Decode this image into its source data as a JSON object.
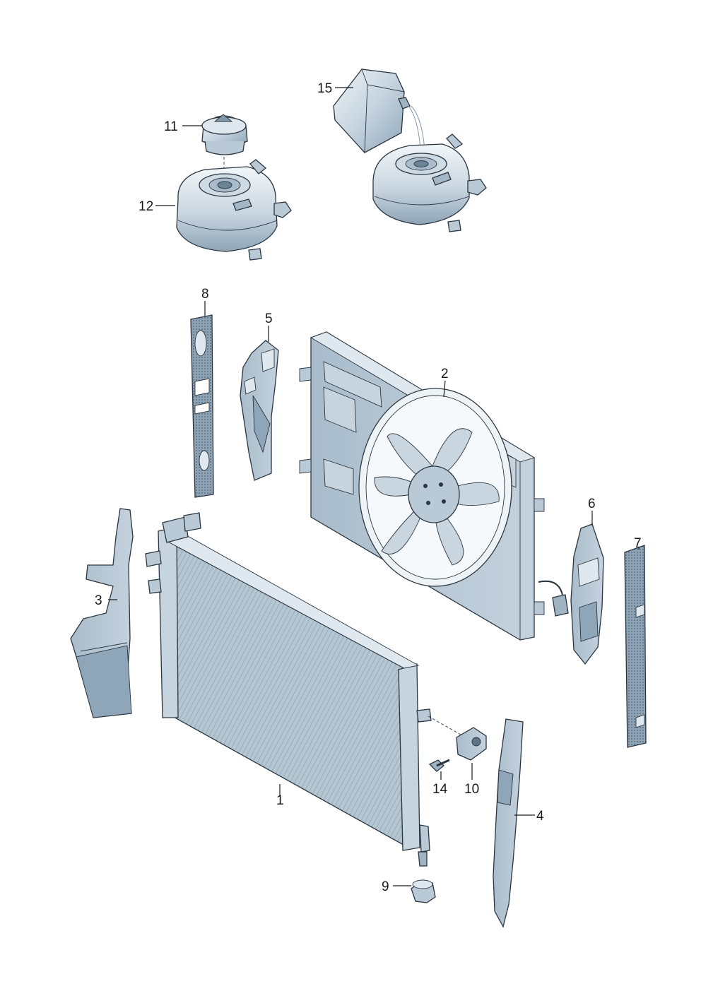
{
  "callouts": {
    "c1": "1",
    "c2": "2",
    "c3": "3",
    "c4": "4",
    "c5": "5",
    "c6": "6",
    "c7": "7",
    "c8": "8",
    "c9": "9",
    "c10": "10",
    "c11": "11",
    "c12": "12",
    "c14": "14",
    "c15": "15"
  },
  "colors": {
    "part_light": "#dfe8ee",
    "part_mid": "#b9c9d6",
    "part_dark": "#7f97ab",
    "outline": "#2b3540",
    "label": "#1a1a1a"
  }
}
